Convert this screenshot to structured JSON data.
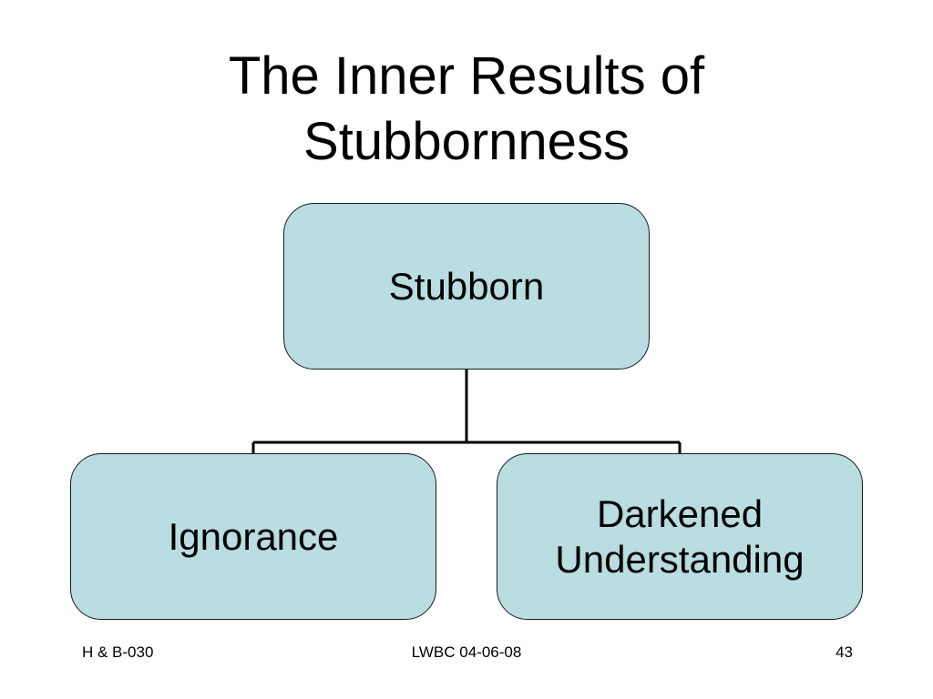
{
  "slide": {
    "title_lines": [
      "The Inner Results of",
      "Stubbornness"
    ]
  },
  "diagram": {
    "root": "Stubborn",
    "children": [
      {
        "label_lines": [
          "Ignorance"
        ]
      },
      {
        "label_lines": [
          "Darkened",
          "Understanding"
        ]
      }
    ],
    "colors": {
      "node_fill": "#b9dde1",
      "node_border": "#1a1a1a",
      "connector": "#000000"
    }
  },
  "footer": {
    "left": "H & B-030",
    "center": "LWBC 04-06-08",
    "right": "43"
  }
}
